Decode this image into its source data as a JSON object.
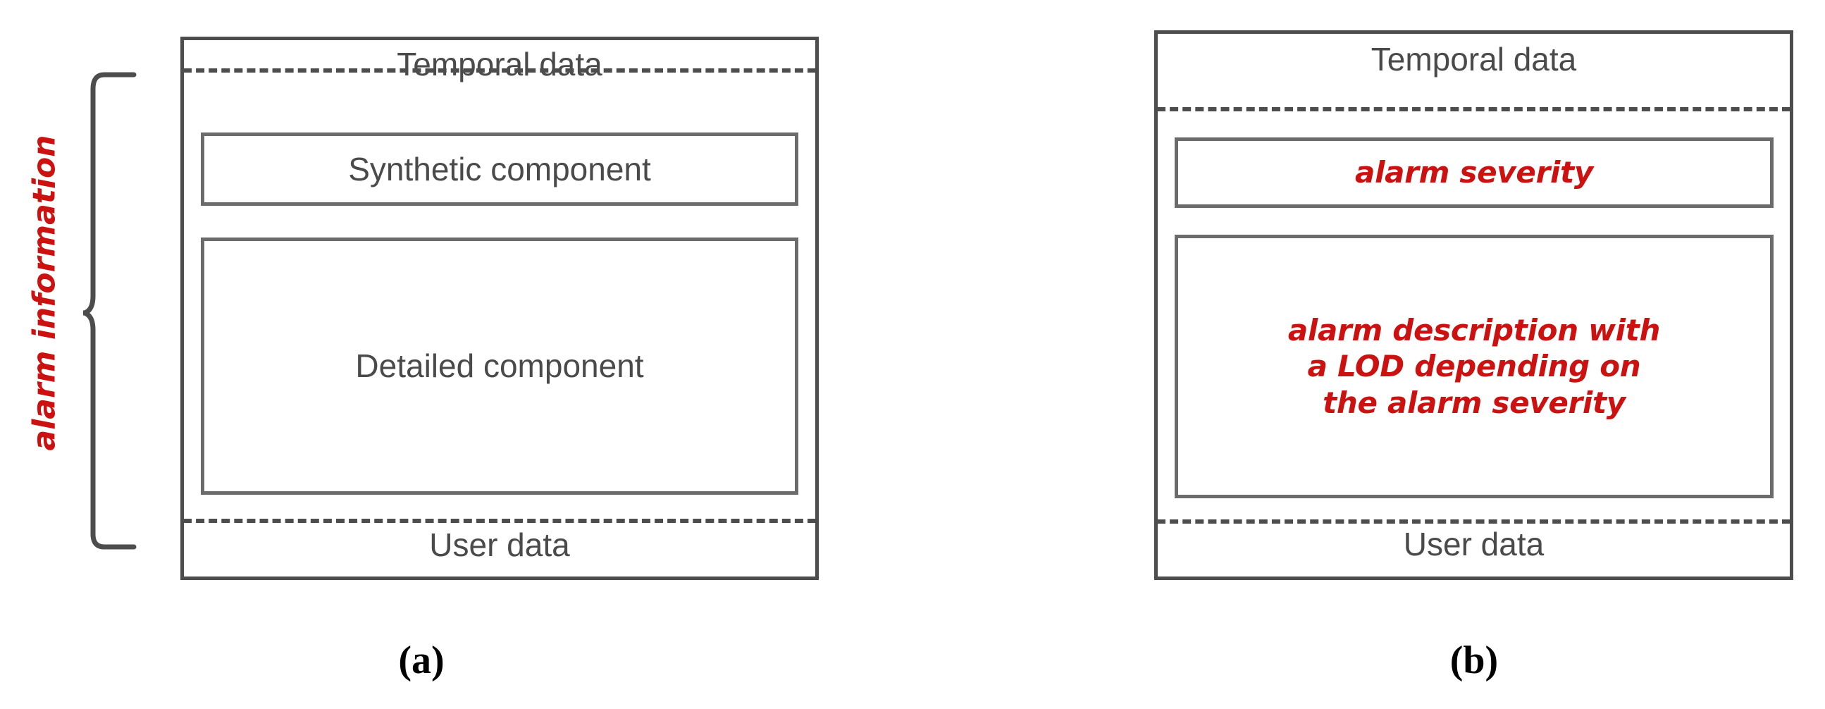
{
  "figure": {
    "caption_a": "(a)",
    "caption_b": "(b)",
    "side_label": "alarm information",
    "colors": {
      "outline": "#4d4d4d",
      "inner_outline": "#6b6b6b",
      "gray_text": "#4a4a4a",
      "red_text": "#cc1111",
      "background": "#ffffff"
    }
  },
  "panel_a": {
    "top_band": "Temporal data",
    "bottom_band": "User data",
    "boxes": [
      {
        "label": "Synthetic component"
      },
      {
        "label": "Detailed component"
      }
    ]
  },
  "panel_b": {
    "top_band": "Temporal data",
    "bottom_band": "User data",
    "boxes": [
      {
        "label": "alarm severity"
      },
      {
        "line1": "alarm description with",
        "line2": "a LOD depending on",
        "line3": "the alarm severity"
      }
    ]
  }
}
